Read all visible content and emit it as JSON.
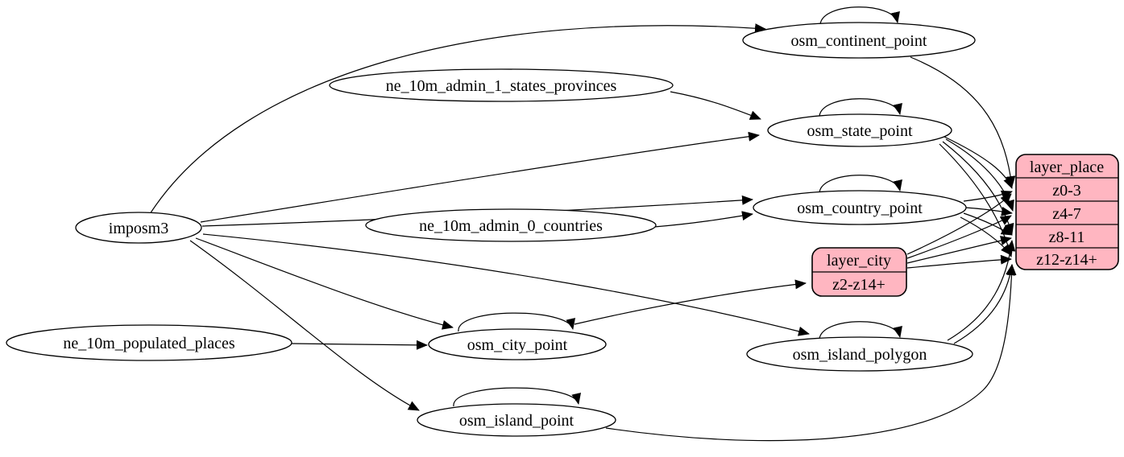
{
  "diagram": {
    "kind": "etl-dependency-graph",
    "colors": {
      "background": "#ffffff",
      "ellipse_fill": "#ffffff",
      "record_fill": "#ffb6c1",
      "stroke": "#000000"
    },
    "nodes": {
      "imposm3": {
        "label": "imposm3",
        "shape": "ellipse"
      },
      "ne_10m_admin_1_states_provinces": {
        "label": "ne_10m_admin_1_states_provinces",
        "shape": "ellipse"
      },
      "ne_10m_admin_0_countries": {
        "label": "ne_10m_admin_0_countries",
        "shape": "ellipse"
      },
      "ne_10m_populated_places": {
        "label": "ne_10m_populated_places",
        "shape": "ellipse"
      },
      "osm_continent_point": {
        "label": "osm_continent_point",
        "shape": "ellipse"
      },
      "osm_state_point": {
        "label": "osm_state_point",
        "shape": "ellipse"
      },
      "osm_country_point": {
        "label": "osm_country_point",
        "shape": "ellipse"
      },
      "osm_city_point": {
        "label": "osm_city_point",
        "shape": "ellipse"
      },
      "osm_island_polygon": {
        "label": "osm_island_polygon",
        "shape": "ellipse"
      },
      "osm_island_point": {
        "label": "osm_island_point",
        "shape": "ellipse"
      },
      "layer_city": {
        "label": "layer_city",
        "shape": "record",
        "rows": [
          "z2-z14+"
        ]
      },
      "layer_place": {
        "label": "layer_place",
        "shape": "record",
        "rows": [
          "z0-3",
          "z4-7",
          "z8-11",
          "z12-z14+"
        ]
      }
    },
    "edges": [
      {
        "from": "imposm3",
        "to": "osm_continent_point"
      },
      {
        "from": "imposm3",
        "to": "osm_state_point"
      },
      {
        "from": "imposm3",
        "to": "osm_country_point"
      },
      {
        "from": "imposm3",
        "to": "osm_city_point"
      },
      {
        "from": "imposm3",
        "to": "osm_island_polygon"
      },
      {
        "from": "imposm3",
        "to": "osm_island_point"
      },
      {
        "from": "ne_10m_admin_1_states_provinces",
        "to": "osm_state_point"
      },
      {
        "from": "ne_10m_admin_0_countries",
        "to": "osm_country_point"
      },
      {
        "from": "ne_10m_populated_places",
        "to": "osm_city_point"
      },
      {
        "from": "osm_continent_point",
        "to": "osm_continent_point",
        "self_loop": true
      },
      {
        "from": "osm_state_point",
        "to": "osm_state_point",
        "self_loop": true
      },
      {
        "from": "osm_country_point",
        "to": "osm_country_point",
        "self_loop": true
      },
      {
        "from": "osm_city_point",
        "to": "osm_city_point",
        "self_loop": true
      },
      {
        "from": "osm_island_polygon",
        "to": "osm_island_polygon",
        "self_loop": true
      },
      {
        "from": "osm_island_point",
        "to": "osm_island_point",
        "self_loop": true
      },
      {
        "from": "osm_city_point",
        "to": "layer_city",
        "to_port": "z2-z14+"
      },
      {
        "from": "osm_continent_point",
        "to": "layer_place",
        "to_port": "z0-3"
      },
      {
        "from": "osm_state_point",
        "to": "layer_place",
        "to_port": "z0-3"
      },
      {
        "from": "osm_state_point",
        "to": "layer_place",
        "to_port": "z4-7"
      },
      {
        "from": "osm_state_point",
        "to": "layer_place",
        "to_port": "z8-11"
      },
      {
        "from": "osm_state_point",
        "to": "layer_place",
        "to_port": "z12-z14+"
      },
      {
        "from": "osm_country_point",
        "to": "layer_place",
        "to_port": "z0-3"
      },
      {
        "from": "osm_country_point",
        "to": "layer_place",
        "to_port": "z4-7"
      },
      {
        "from": "osm_country_point",
        "to": "layer_place",
        "to_port": "z8-11"
      },
      {
        "from": "osm_country_point",
        "to": "layer_place",
        "to_port": "z12-z14+"
      },
      {
        "from": "layer_city",
        "to": "layer_place",
        "to_port": "z0-3"
      },
      {
        "from": "layer_city",
        "to": "layer_place",
        "to_port": "z4-7"
      },
      {
        "from": "layer_city",
        "to": "layer_place",
        "to_port": "z8-11"
      },
      {
        "from": "layer_city",
        "to": "layer_place",
        "to_port": "z12-z14+"
      },
      {
        "from": "osm_island_polygon",
        "to": "layer_place",
        "to_port": "z8-11"
      },
      {
        "from": "osm_island_polygon",
        "to": "layer_place",
        "to_port": "z12-z14+"
      },
      {
        "from": "osm_island_point",
        "to": "layer_place",
        "to_port": "z12-z14+"
      }
    ]
  }
}
